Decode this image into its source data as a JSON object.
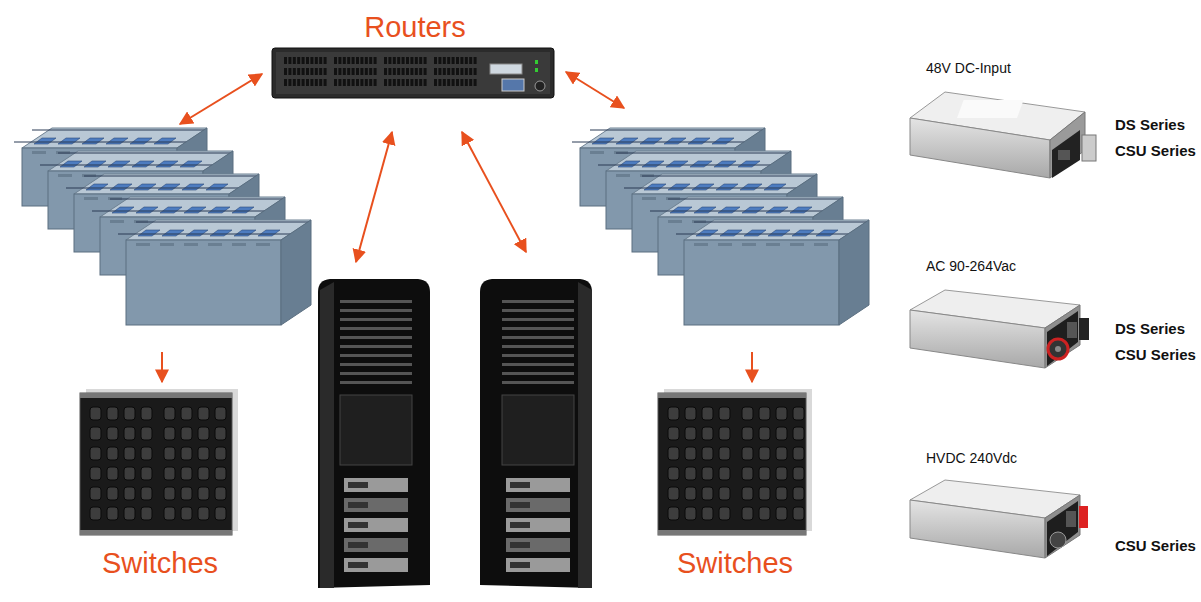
{
  "diagram": {
    "nodes": [
      {
        "text": [
          "Routers"
        ]
      },
      {
        "text": [
          "Switches"
        ]
      },
      {
        "text": [
          "Switches"
        ]
      }
    ],
    "labels": [
      "48V DC-Input",
      "DS Series",
      "CSU Series",
      "AC 90-264Vac",
      "DS Series",
      "CSU Series",
      "HVDC 240Vdc",
      "CSU Series"
    ]
  }
}
